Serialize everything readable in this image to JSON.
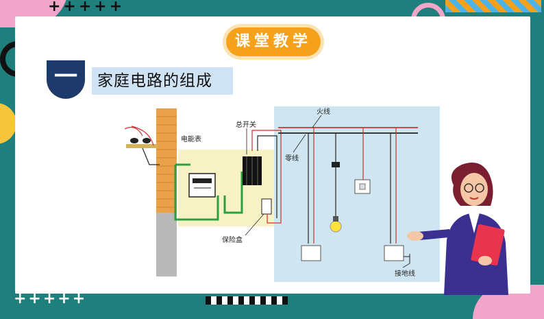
{
  "header": {
    "badge": "课堂教学"
  },
  "section": {
    "number": "一",
    "title": "家庭电路的组成"
  },
  "diagram": {
    "labels": {
      "fire_wire": "火线",
      "neutral_wire": "零线",
      "main_switch": "总开关",
      "meter": "电能表",
      "fuse_box": "保险盒",
      "ground_wire": "接地线"
    }
  },
  "colors": {
    "background": "#1f7f7c",
    "accent": "#f5a11c",
    "title_bg": "#cfe3f5",
    "section_bg": "#1d3a6b",
    "panel_blue": "#cfe6f2",
    "wall": "#e9a14a",
    "live_wire": "#d32f2f",
    "green_wire": "#2e9e3e"
  }
}
